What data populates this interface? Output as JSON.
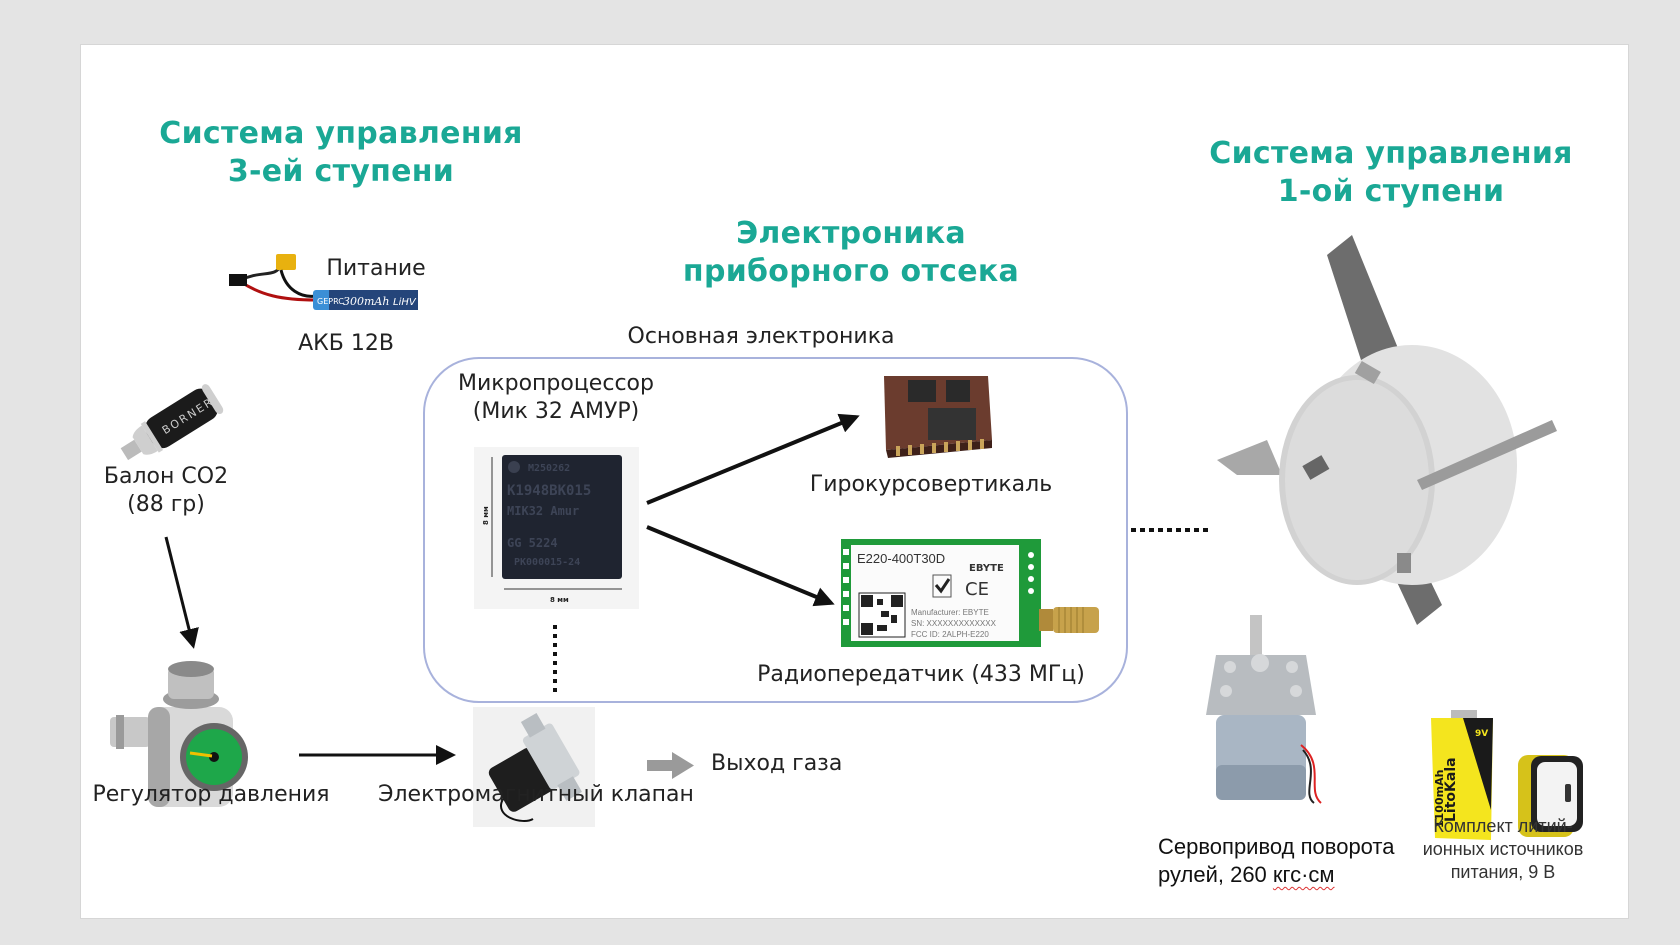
{
  "slide": {
    "titles": {
      "stage3": [
        "Система управления",
        "3-ей ступени"
      ],
      "avionics": [
        "Электроника",
        "приборного отсека"
      ],
      "stage1": [
        "Система управления",
        "1-ой ступени"
      ]
    },
    "stage3": {
      "battery": {
        "caption_top": "Питание",
        "caption_bottom": "АКБ 12В",
        "label_brand": "GEPRC",
        "label_capacity": "300mAh",
        "label_type": "LiHV"
      },
      "co2": {
        "caption": [
          "Балон CO2",
          "(88 гр)"
        ],
        "brand": "BORNER"
      },
      "regulator": {
        "caption": "Регулятор давления"
      },
      "valve": {
        "caption": "Электромагнитный клапан"
      },
      "gas_out": {
        "caption": "Выход газа"
      }
    },
    "avionics": {
      "group_label": "Основная электроника",
      "mcu": {
        "caption": [
          "Микропроцессор",
          "(Мик 32 АМУР)"
        ],
        "chip_lines": [
          "M250262",
          "K1948BK015",
          "MIK32 Amur",
          "GG     5224",
          "PK000015-24"
        ],
        "dim_v": "8 мм",
        "dim_h": "8 мм"
      },
      "gyro": {
        "caption": "Гирокурсовертикаль"
      },
      "radio": {
        "caption": "Радиопередатчик (433 МГц)",
        "model": "E220-400T30D",
        "brand": "EBYTE",
        "ce": "CE",
        "manufacturer": "Manufacturer: EBYTE",
        "sn": "SN: XXXXXXXXXXXXX",
        "fcc": "FCC ID: 2ALPH-E220"
      }
    },
    "stage1": {
      "servo": {
        "caption_line1": "Сервопривод поворота",
        "caption_line2_a": "рулей, 260 ",
        "caption_line2_b": "кгс·см"
      },
      "batteries": {
        "caption": [
          "Комплект литий-",
          "ионных источников",
          "питания, 9 В"
        ],
        "brand": "LitoKala",
        "capacity": "1100mAh",
        "voltage": "9V"
      }
    },
    "colors": {
      "accent": "#1aa895",
      "box_border": "#a8b2dc",
      "arrow": "#111111",
      "gas_arrow": "#9a9a9a"
    }
  }
}
